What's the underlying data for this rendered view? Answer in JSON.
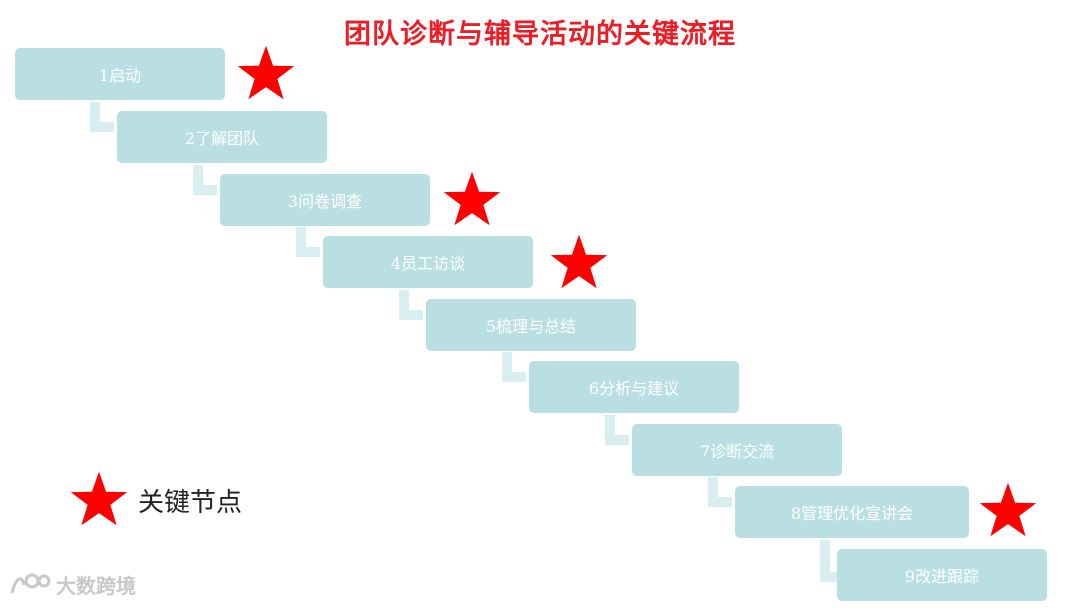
{
  "title": "团队诊断与辅导活动的关键流程",
  "steps": [
    {
      "label": "1启动",
      "key": true
    },
    {
      "label": "2了解团队",
      "key": false
    },
    {
      "label": "3问卷调查",
      "key": true
    },
    {
      "label": "4员工访谈",
      "key": true
    },
    {
      "label": "5梳理与总结",
      "key": false
    },
    {
      "label": "6分析与建议",
      "key": false
    },
    {
      "label": "7诊断交流",
      "key": false
    },
    {
      "label": "8管理优化宣讲会",
      "key": true
    },
    {
      "label": "9改进跟踪",
      "key": false
    }
  ],
  "legend": {
    "label": "关键节点"
  },
  "watermark": {
    "text": "大数跨境"
  },
  "colors": {
    "title": "#ee1c25",
    "step_fill": "#b9dfe3",
    "connector": "#d9eef0",
    "star": "#ff0000"
  }
}
